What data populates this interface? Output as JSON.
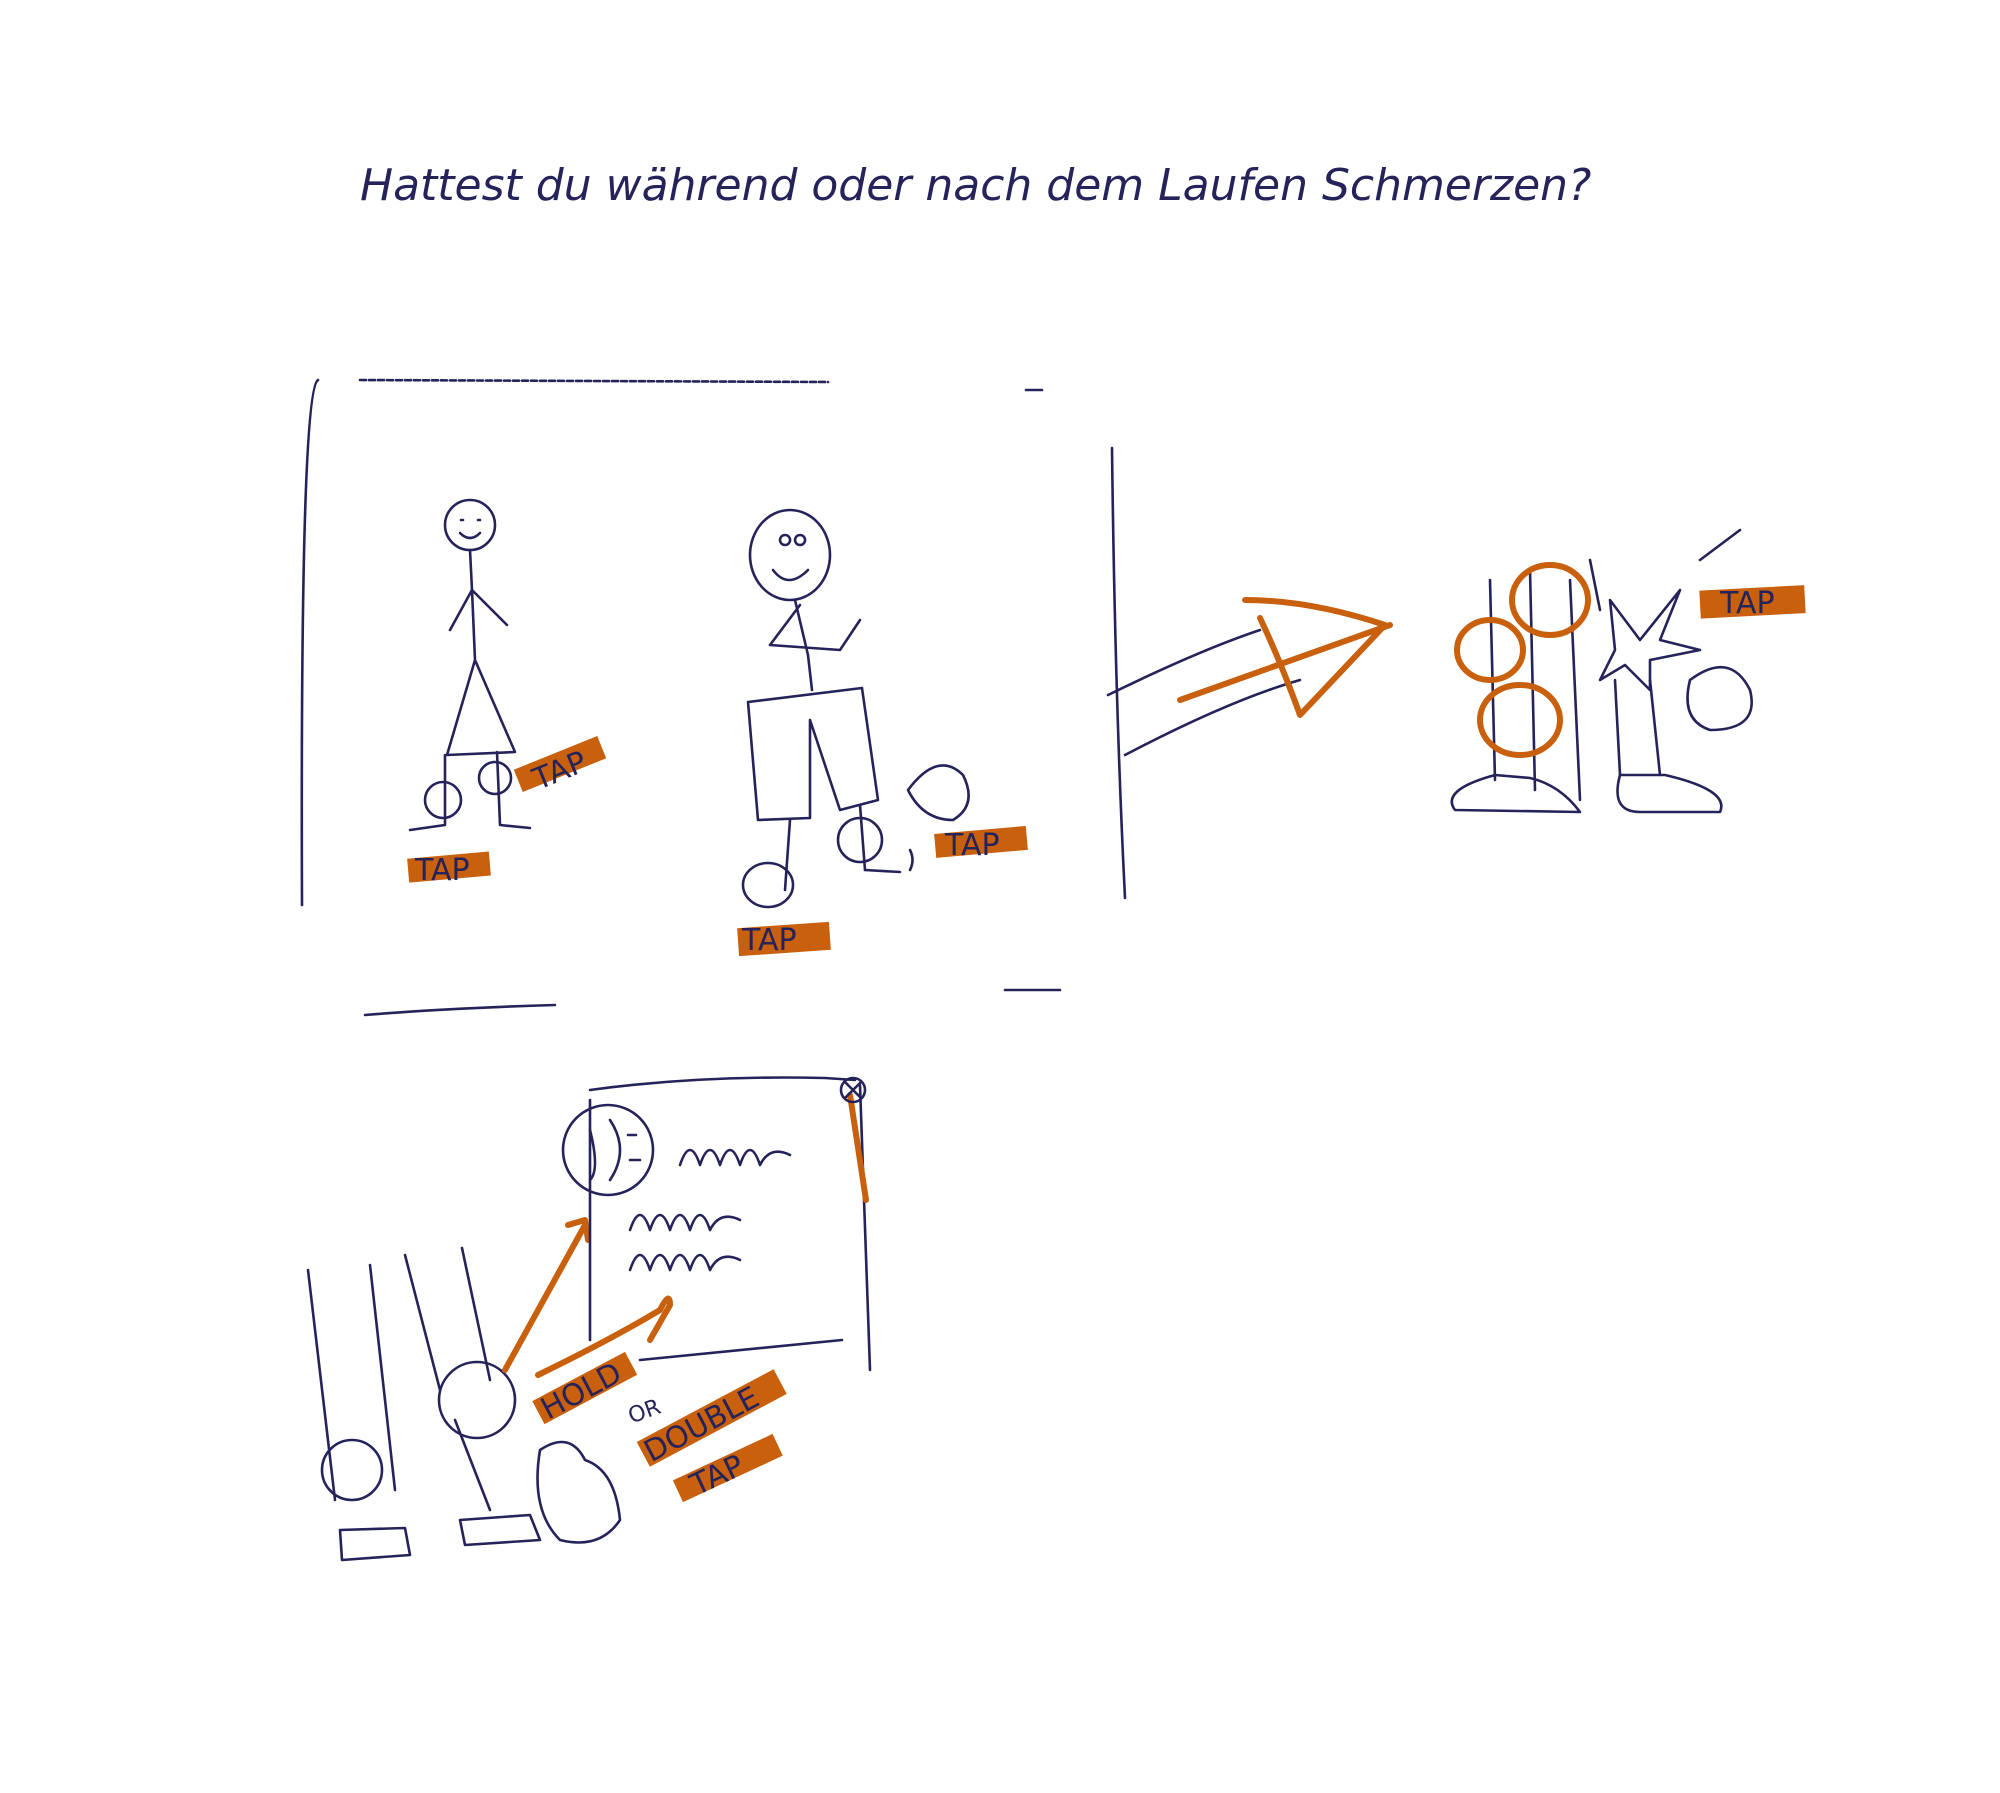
{
  "title": "Hattest du während oder nach dem Laufen Schmerzen?",
  "panel1": {
    "label_left_foot": "TAP",
    "label_right_foot": "TAP",
    "label_figure2_left": "TAP",
    "label_figure2_right": "TAP"
  },
  "panel3": {
    "label": "TAP"
  },
  "panel4": {
    "label_hold": "HOLD",
    "label_or": "OR",
    "label_double": "DOUBLE",
    "label_tap": "TAP"
  },
  "colors": {
    "ink": "#25235a",
    "highlight": "#c8600e"
  }
}
